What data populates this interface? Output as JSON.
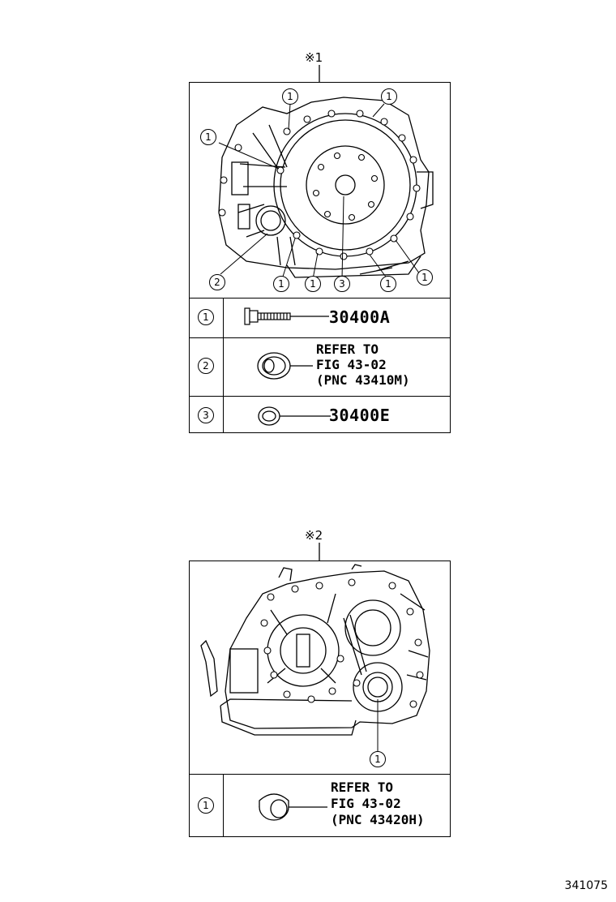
{
  "top_panel": {
    "marker": "※1",
    "callouts": [
      "1",
      "1",
      "1",
      "1",
      "2",
      "1",
      "1",
      "3",
      "1",
      "1"
    ],
    "legend": [
      {
        "num": "1",
        "part_number": "30400A"
      },
      {
        "num": "2",
        "ref_lines": [
          "REFER TO",
          "FIG 43-02",
          "(PNC 43410M)"
        ]
      },
      {
        "num": "3",
        "part_number": "30400E"
      }
    ]
  },
  "bottom_panel": {
    "marker": "※2",
    "callouts": [
      "1"
    ],
    "legend": [
      {
        "num": "1",
        "ref_lines": [
          "REFER TO",
          "FIG 43-02",
          "(PNC 43420H)"
        ]
      }
    ]
  },
  "figure_id": "341075"
}
